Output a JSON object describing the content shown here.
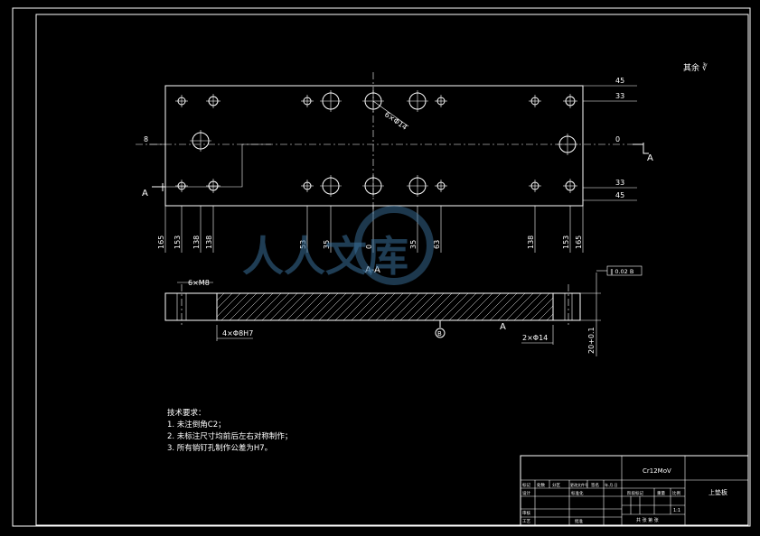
{
  "drawing": {
    "roughness_note": "其余 ∛",
    "section_label": "A-A",
    "section_mark_left": "A",
    "section_mark_right": "A",
    "datum_label": "B",
    "flatness_box": "∥ 0.02 B",
    "top_dims_right": [
      "45",
      "33",
      "0",
      "33",
      "45"
    ],
    "left_dim": "8",
    "bottom_dims": [
      "165",
      "153",
      "138",
      "138",
      "53",
      "35",
      "0",
      "35",
      "63",
      "138",
      "153",
      "165"
    ],
    "side_dims": {
      "left_hole": "6×M8",
      "bottom_left": "4×Φ8H7",
      "bottom_right": "2×Φ14",
      "thickness": "20+0.1",
      "angled": "6×Φ14"
    }
  },
  "tech_notes": {
    "title": "技术要求：",
    "items": [
      "1. 未注倒角C2；",
      "2. 未标注尺寸均前后左右对称制作；",
      "3. 所有销钉孔制作公差为H7。"
    ]
  },
  "title_block": {
    "material": "Cr12MoV",
    "part_name": "上垫板",
    "scale": "1:1",
    "row_labels": [
      "标记",
      "设计",
      "审核",
      "工艺"
    ],
    "col_labels": [
      "处数",
      "分区",
      "更改文件号",
      "签名",
      "年.月.日"
    ],
    "std_label": "标准化",
    "approve_label": "批准",
    "stage_label": "阶段标记",
    "weight_label": "重量",
    "scale_label": "比例",
    "sheet_label": "共 张 第 张"
  },
  "watermark": {
    "text": "人人文库"
  }
}
